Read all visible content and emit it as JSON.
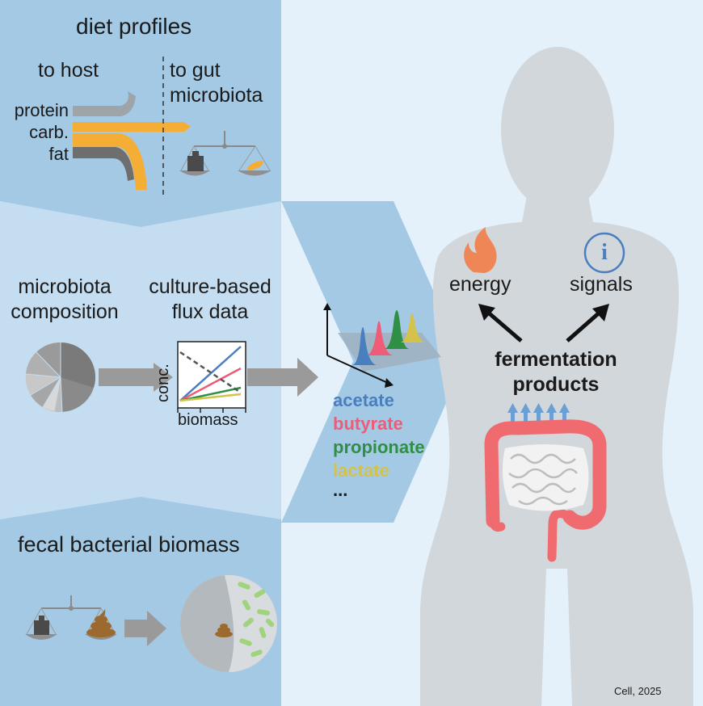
{
  "panels": {
    "diet": {
      "title": "diet profiles",
      "to_host": "to host",
      "to_gut": "to gut\nmicrobiota",
      "rows": [
        "protein",
        "carb.",
        "fat"
      ]
    },
    "middle": {
      "composition": "microbiota\ncomposition",
      "flux": "culture-based\nflux data",
      "y_axis": "conc.",
      "x_axis": "biomass"
    },
    "fecal": {
      "title": "fecal bacterial biomass"
    }
  },
  "products": {
    "items": [
      {
        "label": "acetate",
        "color": "#4a7fbf"
      },
      {
        "label": "butyrate",
        "color": "#ef5c78"
      },
      {
        "label": "propionate",
        "color": "#2e8f45"
      },
      {
        "label": "lactate",
        "color": "#d4c24a"
      }
    ],
    "more": "..."
  },
  "body": {
    "energy": "energy",
    "signals": "signals",
    "fermentation": "fermentation\nproducts",
    "info_glyph": "i"
  },
  "citation": "Cell, 2025",
  "colors": {
    "panel_dark": "#a3c9e4",
    "panel_light": "#c4ddf0",
    "background": "#e4f1fa",
    "silhouette": "#d2d7db",
    "carb": "#f5ae35",
    "colon": "#ef6b6f",
    "flame": "#ee8755",
    "arrows": "#6c9fd4"
  },
  "icons": [
    "scale-icon",
    "weight-icon",
    "poop-icon",
    "flame-icon",
    "info-icon",
    "pie-icon"
  ]
}
